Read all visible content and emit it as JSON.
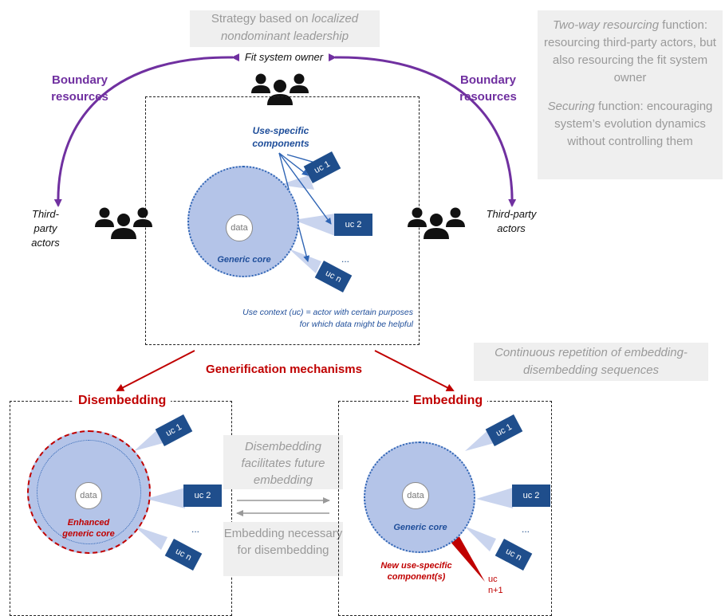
{
  "strategy": {
    "prefix": "Strategy based on ",
    "emphasis": "localized nondominant leadership"
  },
  "fit_owner": "Fit system owner",
  "boundary_left": "Boundary resources",
  "boundary_right": "Boundary resources",
  "functions": {
    "two_way_em": "Two-way resourcing",
    "two_way_rest": " function: resourcing third-party actors, but also resourcing the fit system owner",
    "securing_em": "Securing",
    "securing_rest": " function: encouraging system’s evolution dynamics without controlling them"
  },
  "third_party_left": "Third-party actors",
  "third_party_right": "Third-party actors",
  "top_diagram": {
    "use_specific": "Use-specific components",
    "data": "data",
    "core": "Generic core",
    "uc1": "uc 1",
    "uc2": "uc 2",
    "ucn": "uc n",
    "dots": "...",
    "context_note": "Use context (uc) = actor with certain purposes for which data might be helpful"
  },
  "generification": "Generification mechanisms",
  "continuous": "Continuous repetition of embedding-disembedding sequences",
  "disembedding": {
    "title": "Disembedding",
    "data": "data",
    "core": "Enhanced generic core",
    "uc1": "uc 1",
    "uc2": "uc 2",
    "ucn": "uc n",
    "dots": "..."
  },
  "embedding": {
    "title": "Embedding",
    "data": "data",
    "core": "Generic core",
    "uc1": "uc 1",
    "uc2": "uc 2",
    "ucn": "uc n",
    "dots": "...",
    "new_component": "New use-specific component(s)",
    "new_uc": "uc n+1"
  },
  "middle": {
    "upper": "Disembedding facilitates future embedding",
    "lower": "Embedding necessary for disembedding"
  }
}
